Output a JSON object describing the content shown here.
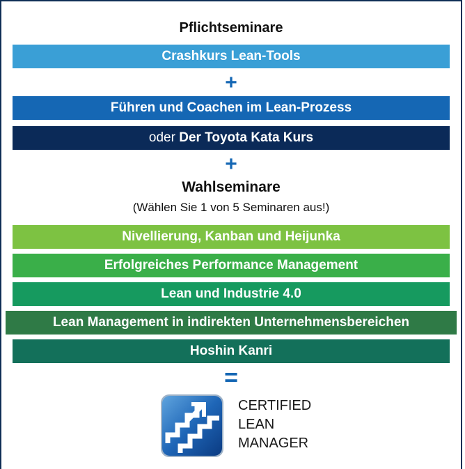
{
  "colors": {
    "mandatory_title": "#111111",
    "bar_crash": "#3a9fd6",
    "bar_fuehren": "#1567b4",
    "bar_toyota": "#0b2a58",
    "plus": "#1567b4",
    "bar_nivellierung": "#7dc242",
    "bar_performance": "#3aaf49",
    "bar_industrie": "#169a5f",
    "bar_indirekt": "#2f7a46",
    "bar_hoshin": "#13705a",
    "equals": "#1567b4"
  },
  "mandatory": {
    "title": "Pflichtseminare",
    "seminar_1": "Crashkurs Lean-Tools",
    "plus_1": "+",
    "seminar_2": "Führen und Coachen im Lean-Prozess",
    "alt_prefix": "oder",
    "seminar_3": "Der Toyota Kata Kurs",
    "plus_2": "+"
  },
  "electives": {
    "title": "Wahlseminare",
    "note": "(Wählen Sie 1 von 5 Seminaren aus!)",
    "items": [
      "Nivellierung, Kanban und Heijunka",
      "Erfolgreiches Performance Management",
      "Lean und Industrie 4.0",
      "Lean Management in indirekten Unternehmensbereichen",
      "Hoshin Kanri"
    ]
  },
  "result": {
    "equals": "=",
    "logo_icon": "stairs-arrow-icon",
    "line_1": "CERTIFIED",
    "line_2": "LEAN",
    "line_3": "MANAGER"
  }
}
